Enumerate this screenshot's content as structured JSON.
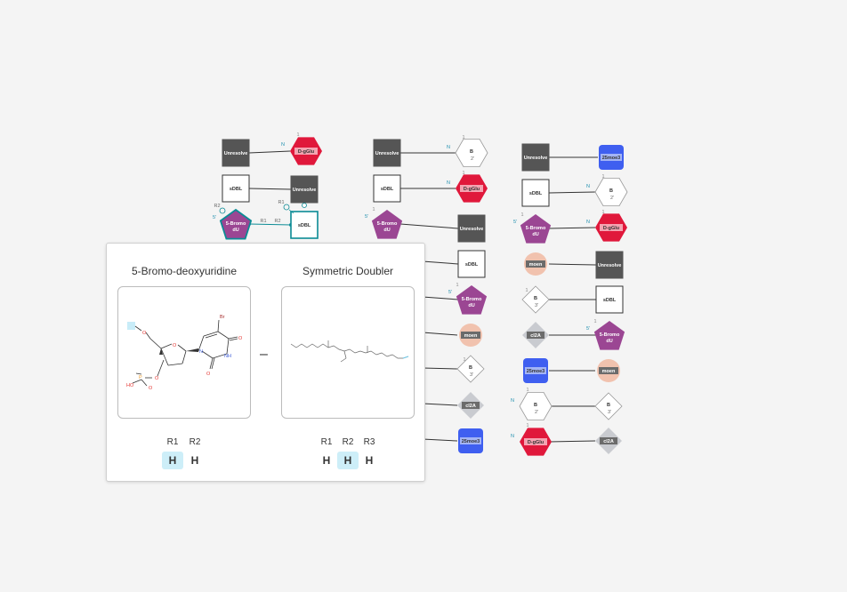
{
  "canvas": {
    "background": "#f4f4f4",
    "bond_color": "#333333",
    "selected_color": "#0b8b95",
    "attachment_label_color": "#1f8fae"
  },
  "monomers": {
    "Unresolve": {
      "label": "Unresolve",
      "shape": "square",
      "fill": "#555555",
      "stroke": "#555555",
      "text": "#ffffff",
      "icon": "unresolved-monomer-icon"
    },
    "sDBL": {
      "label": "sDBL",
      "shape": "square",
      "fill": "#ffffff",
      "stroke": "#333333",
      "text": "#333333",
      "icon": "chem-monomer-icon"
    },
    "D-gGlu": {
      "label": "D-gGlu",
      "shape": "hexagon",
      "fill": "#e0183b",
      "inner": "#f4a3b1",
      "text": "#333333",
      "icon": "peptide-monomer-icon"
    },
    "B2": {
      "label": "B",
      "sublabel": "2'",
      "shape": "hexagon-outline",
      "fill": "#ffffff",
      "stroke": "#999999",
      "text": "#333333",
      "icon": "peptide-monomer-icon"
    },
    "B3": {
      "label": "B",
      "sublabel": "3'",
      "shape": "diamond",
      "fill": "#ffffff",
      "stroke": "#999999",
      "text": "#333333",
      "icon": "base-monomer-icon"
    },
    "5BrdU": {
      "label": "5-Bromo",
      "label2": "dU",
      "shape": "pentagon",
      "fill": "#9b4693",
      "text": "#ffffff",
      "icon": "sugar-monomer-icon"
    },
    "moen": {
      "label": "moen",
      "shape": "circle",
      "fill": "#f1c2ae",
      "band": "#6b6b6b",
      "text": "#ffffff",
      "icon": "rna-monomer-icon"
    },
    "cl2A": {
      "label": "cl2A",
      "shape": "diamond-filled",
      "fill": "#c9cbd0",
      "band": "#6b6b6b",
      "text": "#ffffff",
      "icon": "base-monomer-icon"
    },
    "25moe3": {
      "label": "25moe3",
      "shape": "rounded-square",
      "fill": "#3f5ff0",
      "inner": "#a3b4f5",
      "text": "#333333",
      "icon": "phosphate-monomer-icon"
    }
  },
  "attachment_labels": {
    "n_terminal": "N",
    "five_prime": "5'",
    "one": "1",
    "r1": "R1",
    "r2": "R2"
  },
  "tooltip": {
    "left_title": "5-Bromo-deoxyuridine",
    "right_title": "Symmetric Doubler",
    "operator": "–",
    "left_groups": [
      {
        "label": "R1",
        "value": "H",
        "highlighted": true
      },
      {
        "label": "R2",
        "value": "H",
        "highlighted": false
      }
    ],
    "right_groups": [
      {
        "label": "R1",
        "value": "H",
        "highlighted": false
      },
      {
        "label": "R2",
        "value": "H",
        "highlighted": true
      },
      {
        "label": "R3",
        "value": "H",
        "highlighted": false
      }
    ],
    "structure_atoms": {
      "br": "Br",
      "o": "O",
      "n": "N",
      "nh": "NH",
      "ho": "HO",
      "p": "P",
      "h": "H"
    }
  }
}
